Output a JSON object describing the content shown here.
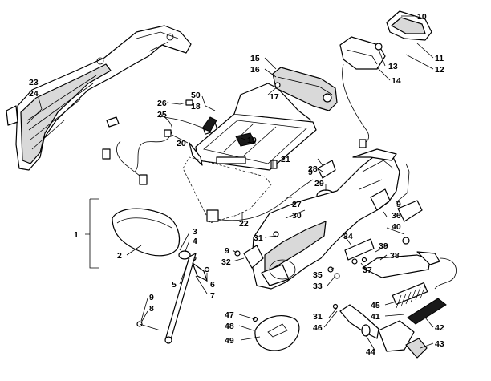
{
  "callouts": [
    {
      "id": "c1",
      "label": "1"
    },
    {
      "id": "c2",
      "label": "2"
    },
    {
      "id": "c3",
      "label": "3"
    },
    {
      "id": "c4",
      "label": "4"
    },
    {
      "id": "c5",
      "label": "5"
    },
    {
      "id": "c6",
      "label": "6"
    },
    {
      "id": "c7",
      "label": "7"
    },
    {
      "id": "c8",
      "label": "8"
    },
    {
      "id": "c9a",
      "label": "9"
    },
    {
      "id": "c9b",
      "label": "9"
    },
    {
      "id": "c9c",
      "label": "9"
    },
    {
      "id": "c9d",
      "label": "9"
    },
    {
      "id": "c10",
      "label": "10"
    },
    {
      "id": "c11",
      "label": "11"
    },
    {
      "id": "c12",
      "label": "12"
    },
    {
      "id": "c13",
      "label": "13"
    },
    {
      "id": "c14",
      "label": "14"
    },
    {
      "id": "c15",
      "label": "15"
    },
    {
      "id": "c16",
      "label": "16"
    },
    {
      "id": "c17",
      "label": "17"
    },
    {
      "id": "c18",
      "label": "18"
    },
    {
      "id": "c19",
      "label": "19"
    },
    {
      "id": "c20",
      "label": "20"
    },
    {
      "id": "c21",
      "label": "21"
    },
    {
      "id": "c22",
      "label": "22"
    },
    {
      "id": "c23",
      "label": "23"
    },
    {
      "id": "c24",
      "label": "24"
    },
    {
      "id": "c25",
      "label": "25"
    },
    {
      "id": "c26",
      "label": "26"
    },
    {
      "id": "c27",
      "label": "27"
    },
    {
      "id": "c28",
      "label": "28"
    },
    {
      "id": "c29",
      "label": "29"
    },
    {
      "id": "c30",
      "label": "30"
    },
    {
      "id": "c31a",
      "label": "31"
    },
    {
      "id": "c31b",
      "label": "31"
    },
    {
      "id": "c32",
      "label": "32"
    },
    {
      "id": "c33",
      "label": "33"
    },
    {
      "id": "c34",
      "label": "34"
    },
    {
      "id": "c35",
      "label": "35"
    },
    {
      "id": "c36",
      "label": "36"
    },
    {
      "id": "c37",
      "label": "37"
    },
    {
      "id": "c38",
      "label": "38"
    },
    {
      "id": "c39",
      "label": "39"
    },
    {
      "id": "c40",
      "label": "40"
    },
    {
      "id": "c41",
      "label": "41"
    },
    {
      "id": "c42",
      "label": "42"
    },
    {
      "id": "c43",
      "label": "43"
    },
    {
      "id": "c44",
      "label": "44"
    },
    {
      "id": "c45",
      "label": "45"
    },
    {
      "id": "c46",
      "label": "46"
    },
    {
      "id": "c47",
      "label": "47"
    },
    {
      "id": "c48",
      "label": "48"
    },
    {
      "id": "c49",
      "label": "49"
    },
    {
      "id": "c50",
      "label": "50"
    }
  ]
}
